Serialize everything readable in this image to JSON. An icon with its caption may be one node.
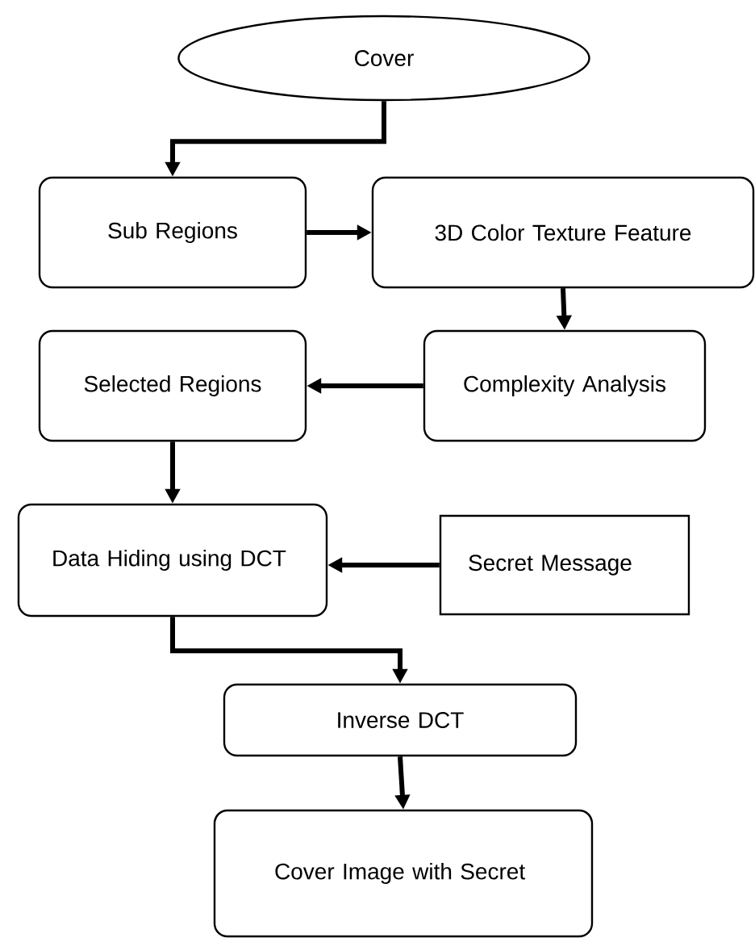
{
  "diagram": {
    "nodes": [
      {
        "text": [
          "Cover"
        ]
      },
      {
        "text": [
          "Sub Regions"
        ]
      },
      {
        "text": [
          "3D Color Texture Feature"
        ]
      },
      {
        "text": [
          "Complexity Analysis"
        ]
      },
      {
        "text": [
          "Selected Regions"
        ]
      },
      {
        "text": [
          "Data Hiding using DCT"
        ]
      },
      {
        "text": [
          "Secret Message"
        ]
      },
      {
        "text": [
          "Inverse DCT"
        ]
      },
      {
        "text": [
          "Cover Image with Secret"
        ]
      }
    ],
    "edges": [
      {
        "from": 0,
        "to": 1,
        "arrow": "to"
      },
      {
        "from": 1,
        "to": 2,
        "arrow": "to"
      },
      {
        "from": 2,
        "to": 3,
        "arrow": "to"
      },
      {
        "from": 3,
        "to": 4,
        "arrow": "to"
      },
      {
        "from": 4,
        "to": 5,
        "arrow": "to"
      },
      {
        "from": 6,
        "to": 5,
        "arrow": "to"
      },
      {
        "from": 5,
        "to": 7,
        "arrow": "to"
      },
      {
        "from": 7,
        "to": 8,
        "arrow": "to"
      }
    ]
  }
}
